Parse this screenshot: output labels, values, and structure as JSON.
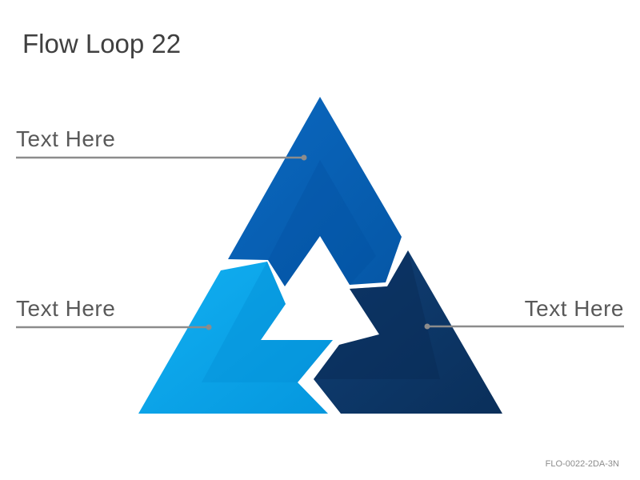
{
  "title": "Flow Loop 22",
  "segments": [
    {
      "label": "Text Here",
      "color": "#0a63b8"
    },
    {
      "label": "Text Here",
      "color": "#0ea8ec"
    },
    {
      "label": "Text Here",
      "color": "#0d3a6c"
    }
  ],
  "code": "FLO-0022-2DA-3N",
  "colors": {
    "title": "#404040",
    "label": "#595959",
    "leader_line": "#8c8c8c"
  }
}
